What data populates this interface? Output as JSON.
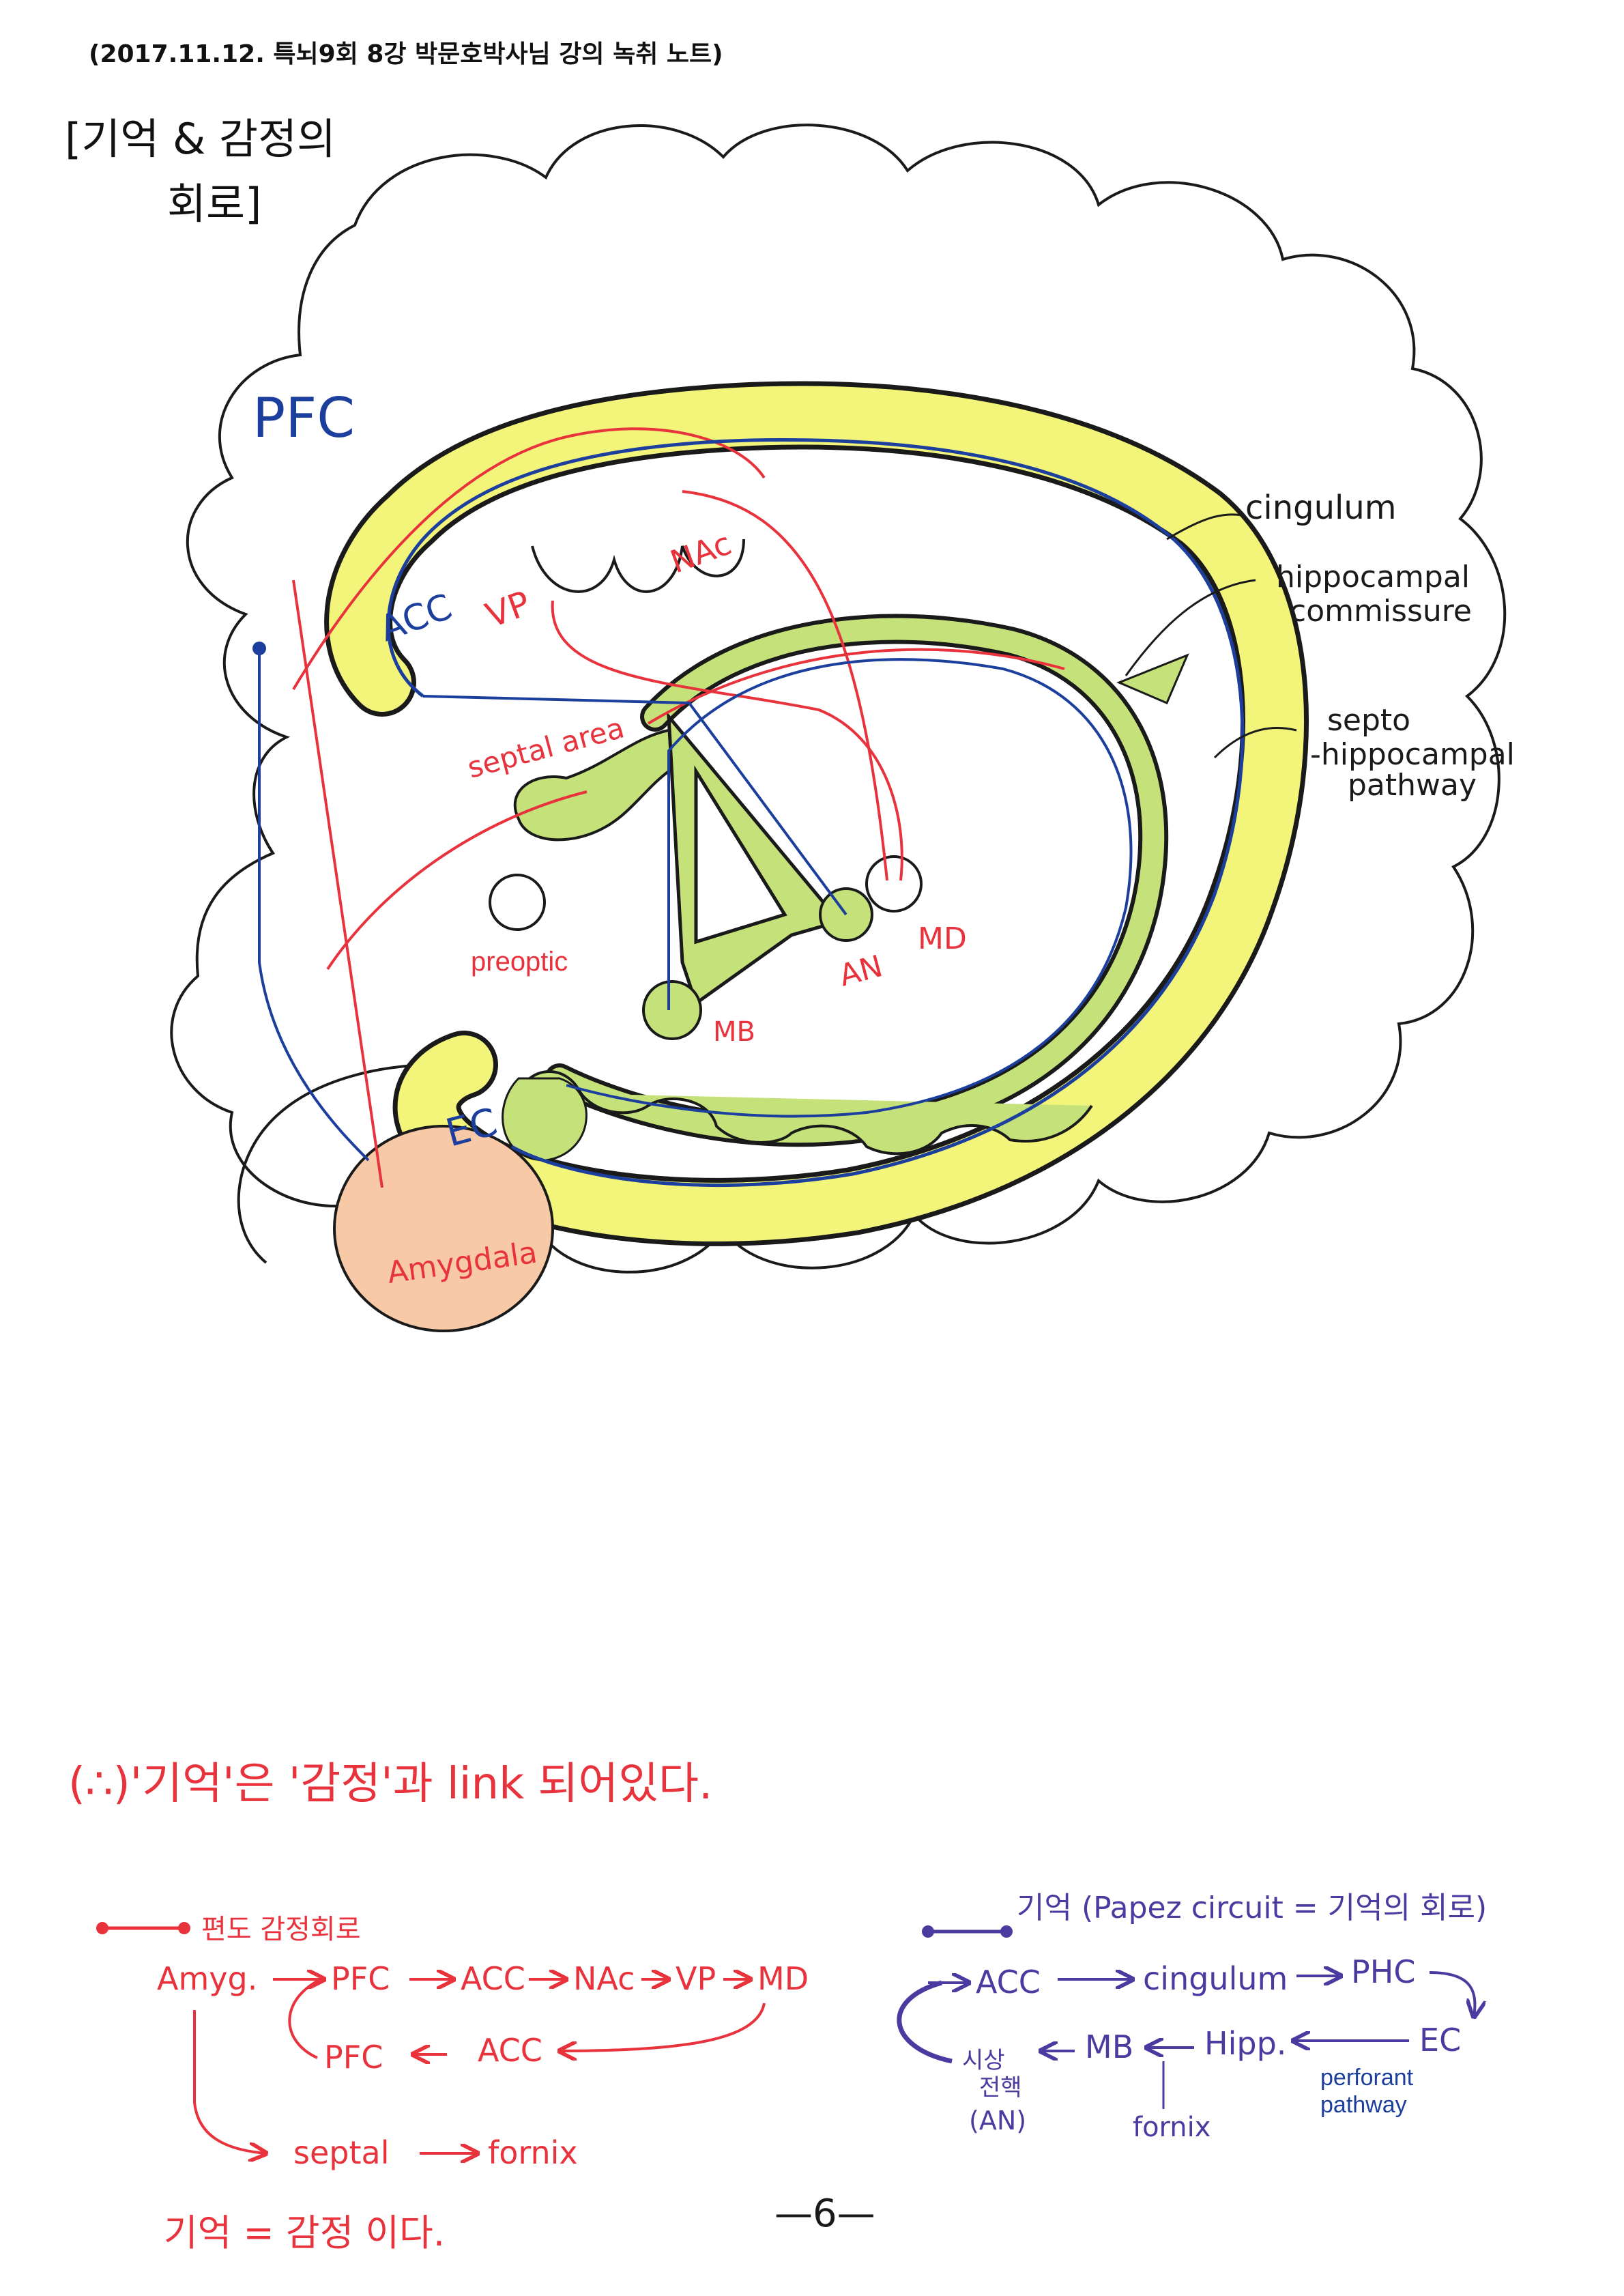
{
  "header": "(2017.11.12. 특뇌9회 8강 박문호박사님 강의 녹취 노트)",
  "title_line1": "[기억 & 감정의",
  "title_line2": "회로]",
  "regions": {
    "pfc": "PFC",
    "acc": "ACC",
    "vp": "VP",
    "nac": "NAc",
    "septal_area": "septal area",
    "preoptic": "preoptic",
    "an": "AN",
    "md": "MD",
    "mb": "MB",
    "ec": "EC",
    "amygdala": "Amygdala"
  },
  "annotations": {
    "cingulum": "cingulum",
    "hippocampal_1": "hippocampal",
    "hippocampal_2": "commissure",
    "septo_1": "septo",
    "septo_2": "-hippocampal",
    "septo_3": "pathway"
  },
  "notes": {
    "therefore_line": "(∴)'기억'은 '감정'과 link 되어있다.",
    "red_circuit": {
      "legend": "편도 감정회로",
      "row1": [
        "Amyg.",
        "PFC",
        "ACC",
        "NAc",
        "VP",
        "MD"
      ],
      "row2": [
        "PFC",
        "ACC"
      ],
      "row3": [
        "septal",
        "fornix"
      ],
      "conclusion": "기억 = 감정 이다."
    },
    "blue_circuit": {
      "legend": "기억 (Papez circuit = 기억의 회로)",
      "row1": [
        "ACC",
        "cingulum",
        "PHC"
      ],
      "row2": [
        "Hipp.",
        "EC"
      ],
      "mb": "MB",
      "thalamus_1": "시상",
      "thalamus_2": "전핵",
      "thalamus_3": "(AN)",
      "fornix": "fornix",
      "perforant_1": "perforant",
      "perforant_2": "pathway"
    }
  },
  "page_number": "—6—",
  "colors": {
    "red": "#e8323c",
    "blue": "#1c3f9e",
    "purple": "#4b3aa0",
    "black": "#1a1a1a",
    "yellow": "#f3f47a",
    "green": "#c5e27a",
    "amygdala": "#f7c9a6"
  }
}
